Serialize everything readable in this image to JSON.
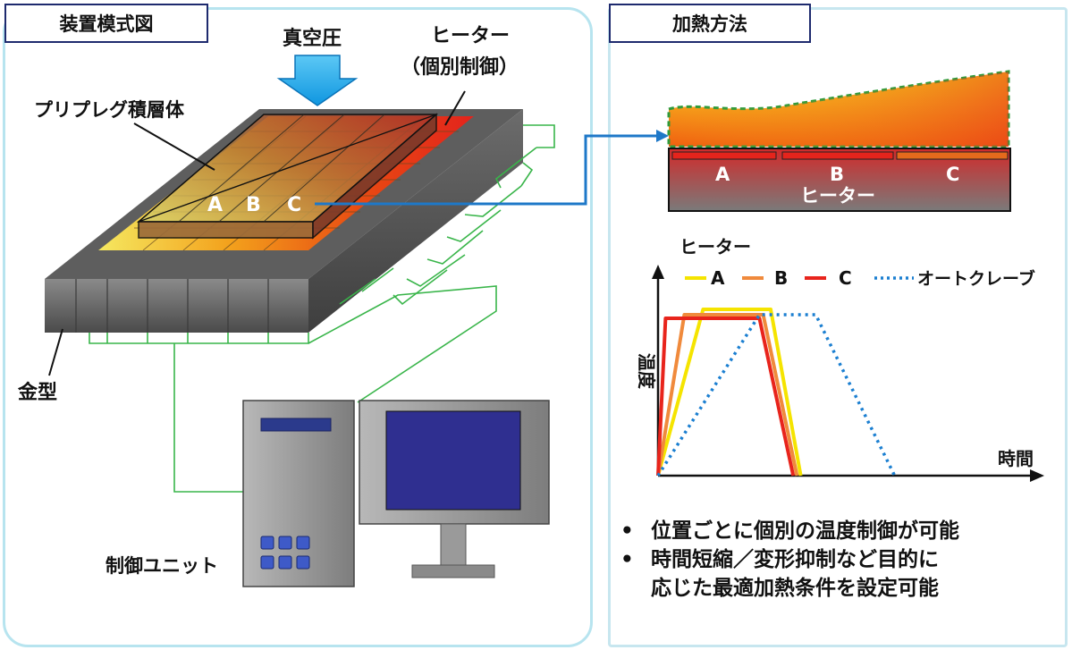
{
  "left_panel": {
    "title": "装置模式図",
    "labels": {
      "vacuum": "真空圧",
      "heater_line1": "ヒーター",
      "heater_line2": "（個別制御）",
      "prepreg": "プリプレグ積層体",
      "zone_a": "A",
      "zone_b": "B",
      "zone_c": "C",
      "mold": "金型",
      "control_unit": "制御ユニット"
    }
  },
  "right_panel": {
    "title": "加熱方法",
    "cross_section": {
      "zone_a": "A",
      "zone_b": "B",
      "zone_c": "C",
      "heater": "ヒーター"
    },
    "bullets": {
      "item1": "位置ごとに個別の温度制御が可能",
      "item2_line1": "時間短縮／変形抑制など目的に",
      "item2_line2": "応じた最適加熱条件を設定可能"
    }
  },
  "chart_data": {
    "type": "line",
    "legend_title": "ヒーター",
    "xlabel": "時間",
    "ylabel": "温度",
    "legend_placement": "top",
    "series": [
      {
        "name": "A",
        "color": "#f5e400",
        "style": "solid",
        "points": [
          [
            0,
            0
          ],
          [
            0.12,
            0.93
          ],
          [
            0.3,
            0.93
          ],
          [
            0.38,
            0
          ]
        ]
      },
      {
        "name": "B",
        "color": "#f08a3c",
        "style": "solid",
        "points": [
          [
            0,
            0
          ],
          [
            0.07,
            0.9
          ],
          [
            0.28,
            0.9
          ],
          [
            0.37,
            0
          ]
        ]
      },
      {
        "name": "C",
        "color": "#e8241c",
        "style": "solid",
        "points": [
          [
            0,
            0
          ],
          [
            0.02,
            0.88
          ],
          [
            0.27,
            0.88
          ],
          [
            0.36,
            0
          ]
        ]
      },
      {
        "name": "オートクレーブ",
        "color": "#1b7fd1",
        "style": "dotted",
        "points": [
          [
            0,
            0
          ],
          [
            0.27,
            0.9
          ],
          [
            0.42,
            0.9
          ],
          [
            0.63,
            0
          ]
        ]
      }
    ]
  },
  "colors": {
    "panel_border": "#b7e4ef",
    "title_border": "#1e2a6e",
    "arrow_blue": "#1e78c8",
    "mold_gray": "#555555",
    "wire_green": "#39b54a"
  }
}
